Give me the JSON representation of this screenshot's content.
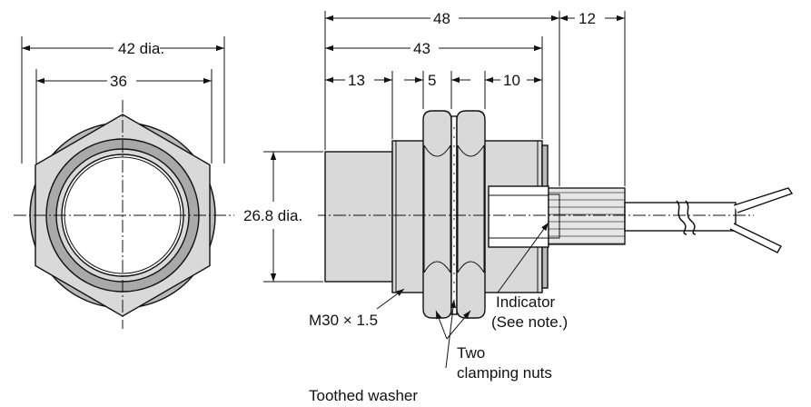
{
  "front_view": {
    "outer_dia_label": "42 dia.",
    "inner_dia_label": "36"
  },
  "side_view": {
    "dim_total": "48",
    "dim_cable": "12",
    "dim_body": "43",
    "dim_head": "13",
    "dim_washer": "5",
    "dim_rear": "10",
    "dim_head_dia": "26.8 dia."
  },
  "callouts": {
    "thread": "M30 × 1.5",
    "indicator": "Indicator",
    "see_note": "(See note.)",
    "two": "Two",
    "clamping_nuts": "clamping nuts",
    "toothed_washer": "Toothed washer"
  }
}
